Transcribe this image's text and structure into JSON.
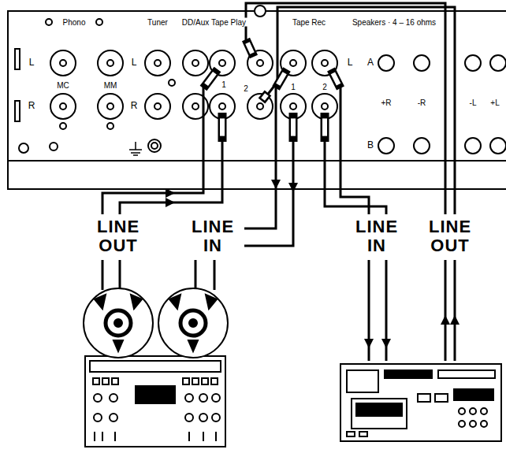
{
  "diagram": {
    "labels": [
      "Phono",
      "L",
      "MC",
      "MM",
      "R",
      "Tuner",
      "L",
      "R",
      "DD/Aux",
      "Tape Play",
      "Tape Rec",
      "1",
      "2",
      "1",
      "2",
      "Speakers · 4 – 16 ohms",
      "L",
      "A",
      "B",
      "+R",
      "-R",
      "-L",
      "+L",
      "LINE OUT",
      "LINE IN",
      "LINE IN",
      "LINE OUT"
    ]
  }
}
